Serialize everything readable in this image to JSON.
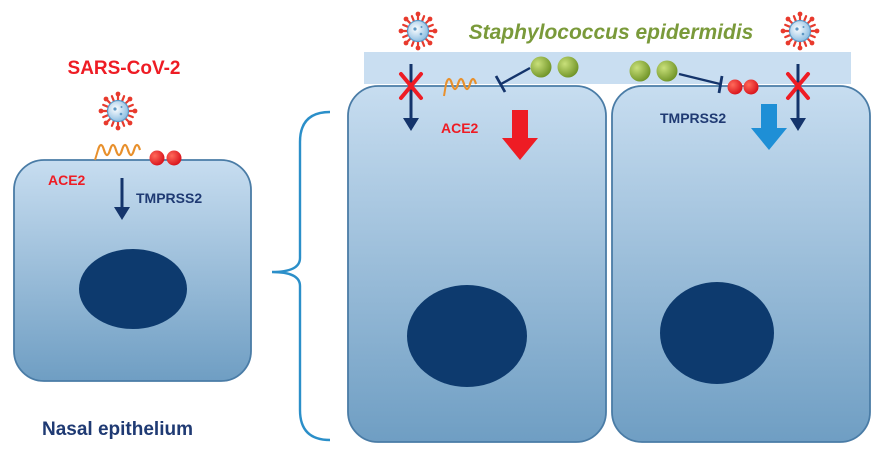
{
  "labels": {
    "virus_name": "SARS-CoV-2",
    "bacteria_name": "Staphylococcus epidermidis",
    "ace2_left": "ACE2",
    "tmprss2_left": "TMPRSS2",
    "tissue": "Nasal epithelium",
    "ace2_right": "ACE2",
    "tmprss2_right": "TMPRSS2"
  },
  "icons": {
    "virus": "virus-icon",
    "ace2_receptor": "ace2-receptor-icon",
    "tmprss2_protease": "tmprss2-icon",
    "bacterium": "bacterium-icon",
    "blocked_entry": "blocked-entry-icon",
    "inhibition": "inhibition-icon",
    "downregulation": "down-arrow-icon",
    "bracket": "bracket-icon"
  },
  "colors": {
    "label_red": "#ee1c24",
    "label_navy": "#1f3a73",
    "label_green": "#7a9a3a",
    "cell_fill_top": "#c7ddf0",
    "cell_fill_bottom": "#6f9ec3",
    "cell_stroke": "#4a7ca6",
    "nucleus": "#0d3a6e",
    "biofilm": "#c6dcf0",
    "bacterium": "#8cb336",
    "protease": "#e41f26",
    "receptor": "#e8902c",
    "ace2_arrow": "#ee1c24",
    "tmprss2_arrow": "#1e8fd6",
    "blocked_arrow": "#14346b",
    "cross": "#ee1c24",
    "virus_spike": "#e83a2d",
    "virus_body": "#9ccae8",
    "bracket": "#2b8fc9"
  }
}
